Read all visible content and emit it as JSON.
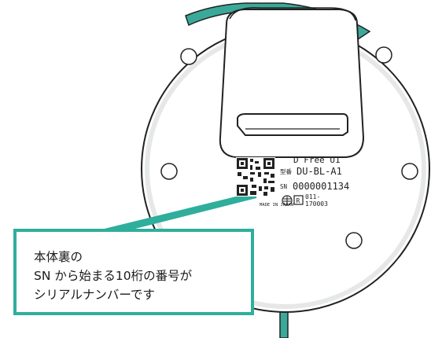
{
  "device": {
    "model_name": "D Free U1",
    "model_label": "型番",
    "model_number": "DU-BL-A1",
    "serial_label": "SN",
    "serial_number": "0000001134",
    "made_in": "MADE IN JAPAN",
    "cert_code_line1": "011-",
    "cert_code_line2": "170003",
    "cert_symbol": "R"
  },
  "callout": {
    "line1": "本体裏の",
    "line2": "SN から始まる10桁の番号が",
    "line3": "シリアルナンバーです"
  },
  "colors": {
    "accent": "#2fae9c",
    "body": "#ffffff",
    "outline": "#222222",
    "shade": "#e6e8e8"
  }
}
